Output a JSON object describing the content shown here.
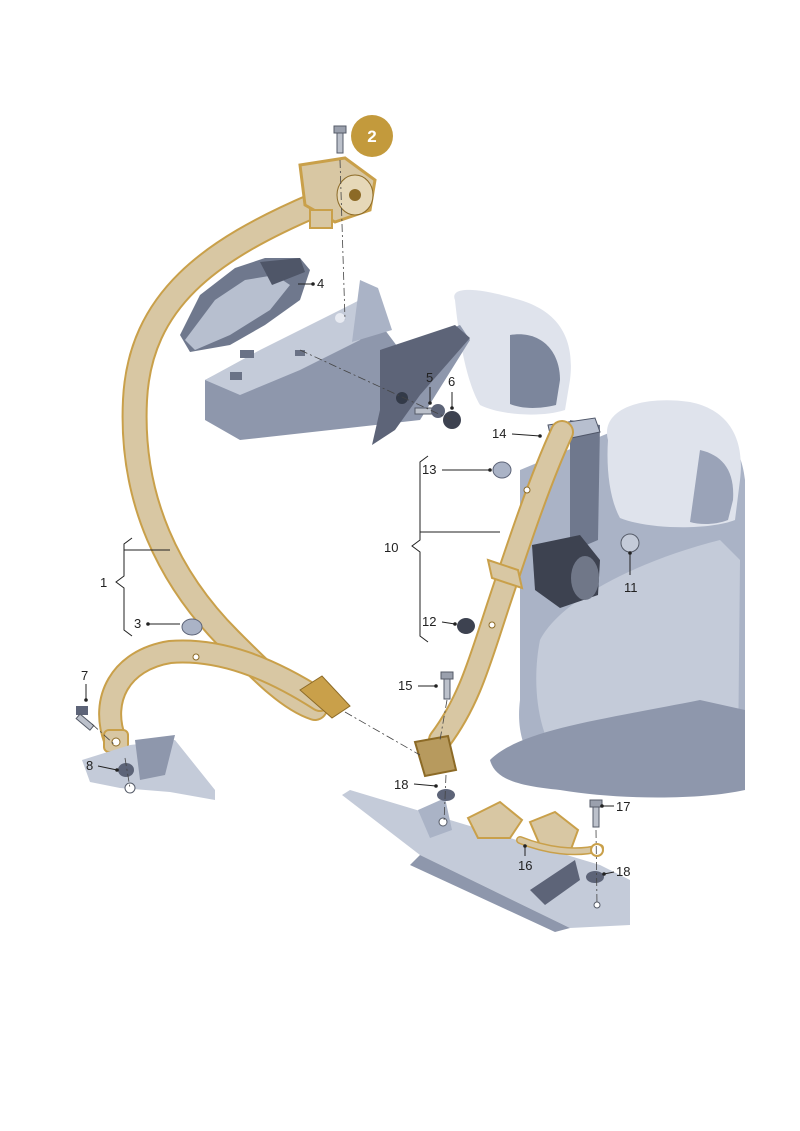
{
  "colors": {
    "belt_fill": "#d8c7a3",
    "belt_outline": "#c9a04a",
    "badge": "#c39a3c",
    "body_panel": "#8e97ac",
    "body_panel_light": "#c4cbd9",
    "seat": "#aab3c6",
    "seat_light": "#dfe3ec",
    "dark_part": "#3d4250",
    "metal": "#9aa0ad"
  },
  "badge": {
    "number": "2"
  },
  "labels": [
    {
      "id": "1",
      "text": "1"
    },
    {
      "id": "3",
      "text": "3"
    },
    {
      "id": "4",
      "text": "4"
    },
    {
      "id": "5",
      "text": "5"
    },
    {
      "id": "6",
      "text": "6"
    },
    {
      "id": "7",
      "text": "7"
    },
    {
      "id": "8",
      "text": "8"
    },
    {
      "id": "10",
      "text": "10"
    },
    {
      "id": "11",
      "text": "11"
    },
    {
      "id": "12",
      "text": "12"
    },
    {
      "id": "13",
      "text": "13"
    },
    {
      "id": "14",
      "text": "14"
    },
    {
      "id": "15",
      "text": "15"
    },
    {
      "id": "16",
      "text": "16"
    },
    {
      "id": "17",
      "text": "17"
    },
    {
      "id": "18a",
      "text": "18"
    },
    {
      "id": "18b",
      "text": "18"
    }
  ]
}
